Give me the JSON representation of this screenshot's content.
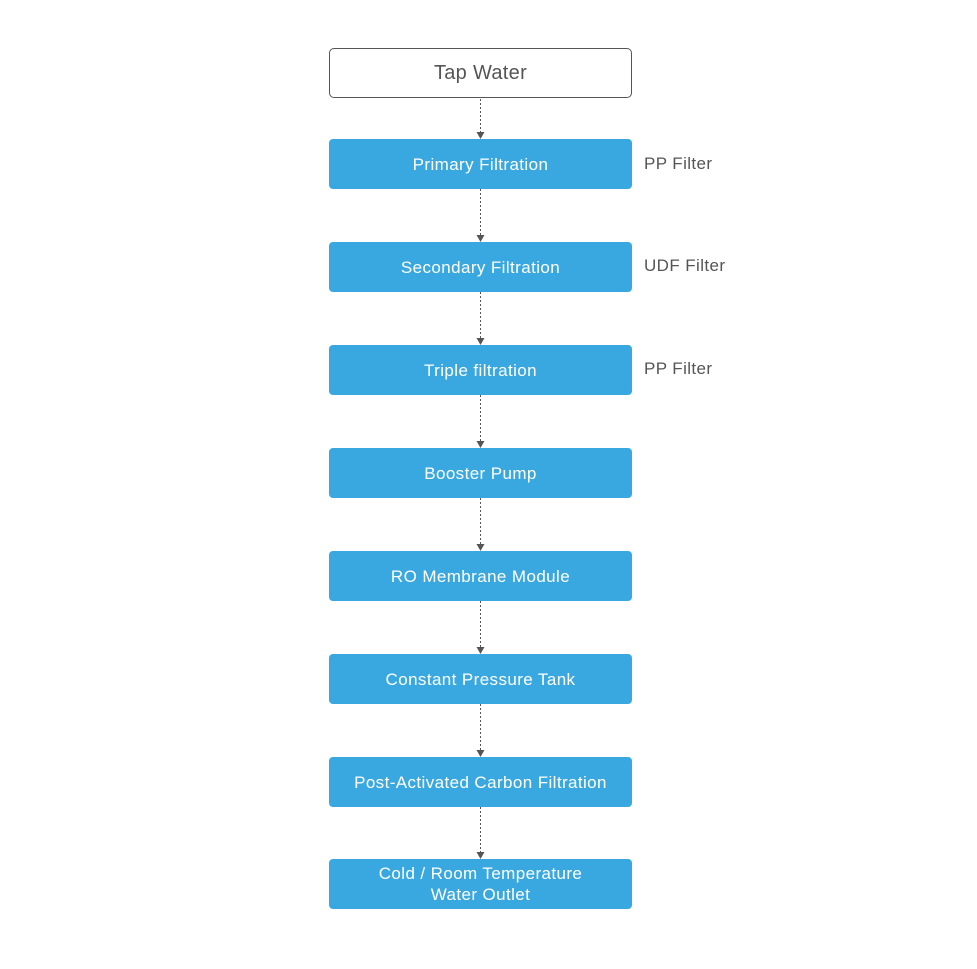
{
  "diagram": {
    "start": {
      "label": "Tap Water"
    },
    "steps": [
      {
        "label": "Primary Filtration",
        "note": "PP Filter"
      },
      {
        "label": "Secondary Filtration",
        "note": "UDF Filter"
      },
      {
        "label": "Triple filtration",
        "note": "PP Filter"
      },
      {
        "label": "Booster Pump",
        "note": ""
      },
      {
        "label": "RO Membrane Module",
        "note": ""
      },
      {
        "label": "Constant Pressure Tank",
        "note": ""
      },
      {
        "label": "Post-Activated Carbon Filtration",
        "note": ""
      },
      {
        "label": "Cold / Room Temperature\nWater Outlet",
        "note": ""
      }
    ],
    "colors": {
      "step_fill": "#3aa8e0",
      "start_border": "#555555",
      "text_dark": "#555555",
      "connector": "#555555"
    }
  }
}
